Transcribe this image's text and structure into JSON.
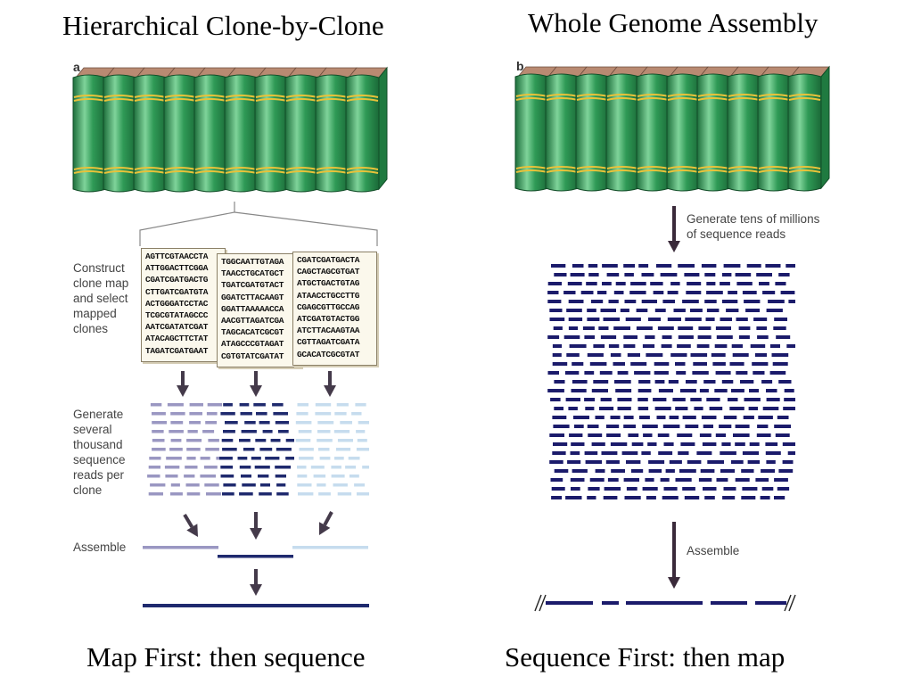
{
  "titles": {
    "left_top": "Hierarchical Clone-by-Clone",
    "right_top": "Whole Genome Assembly",
    "left_bottom": "Map First: then sequence",
    "right_bottom": "Sequence First: then map"
  },
  "panels": {
    "a": "a",
    "b": "b"
  },
  "left_steps": {
    "clone_map": "Construct\nclone map\nand select\nmapped\nclones",
    "reads": "Generate\nseveral\nthousand\nsequence\nreads per\nclone",
    "assemble": "Assemble"
  },
  "right_steps": {
    "reads": "Generate tens of millions\nof sequence reads",
    "assemble": "Assemble"
  },
  "sequence_cards": [
    [
      "AGTTCGTAACCTA",
      "ATTGGACTTCGGA",
      "CGATCGATGACTG",
      "CTTGATCGATGTA",
      "ACTGGGATCCTAC",
      "TCGCGTATAGCCC",
      "AATCGATATCGAT",
      "ATACAGCTTCTAT",
      "TAGATCGATGAAT"
    ],
    [
      "TGGCAATTGTAGA",
      "TAACCTGCATGCT",
      "TGATCGATGTACT",
      "GGATCTTACAAGT",
      "GGATTAAAAACCA",
      "AACGTTAGATCGA",
      "TAGCACATCGCGT",
      "ATAGCCCGTAGAT",
      "CGTGTATCGATAT"
    ],
    [
      "CGATCGATGACTA",
      "CAGCTAGCGTGAT",
      "ATGCTGACTGTAG",
      "ATAACCTGCCTTG",
      "CGAGCGTTGCCAG",
      "ATCGATGTACTGG",
      "ATCTTACAAGTAA",
      "CGTTAGATCGATA",
      "GCACATCGCGTAT"
    ]
  ],
  "colors": {
    "book_green": "#2f9a56",
    "book_top": "#b98a72",
    "book_band": "#e8c23a",
    "clone1_reads": "#9a97c2",
    "clone2_reads": "#1f2a6e",
    "clone3_reads": "#c6dcee",
    "wgs_reads": "#1b1b6b",
    "arrow": "#443a4a"
  },
  "icons": {
    "arrow": "down-arrow-icon",
    "book": "book-icon"
  }
}
